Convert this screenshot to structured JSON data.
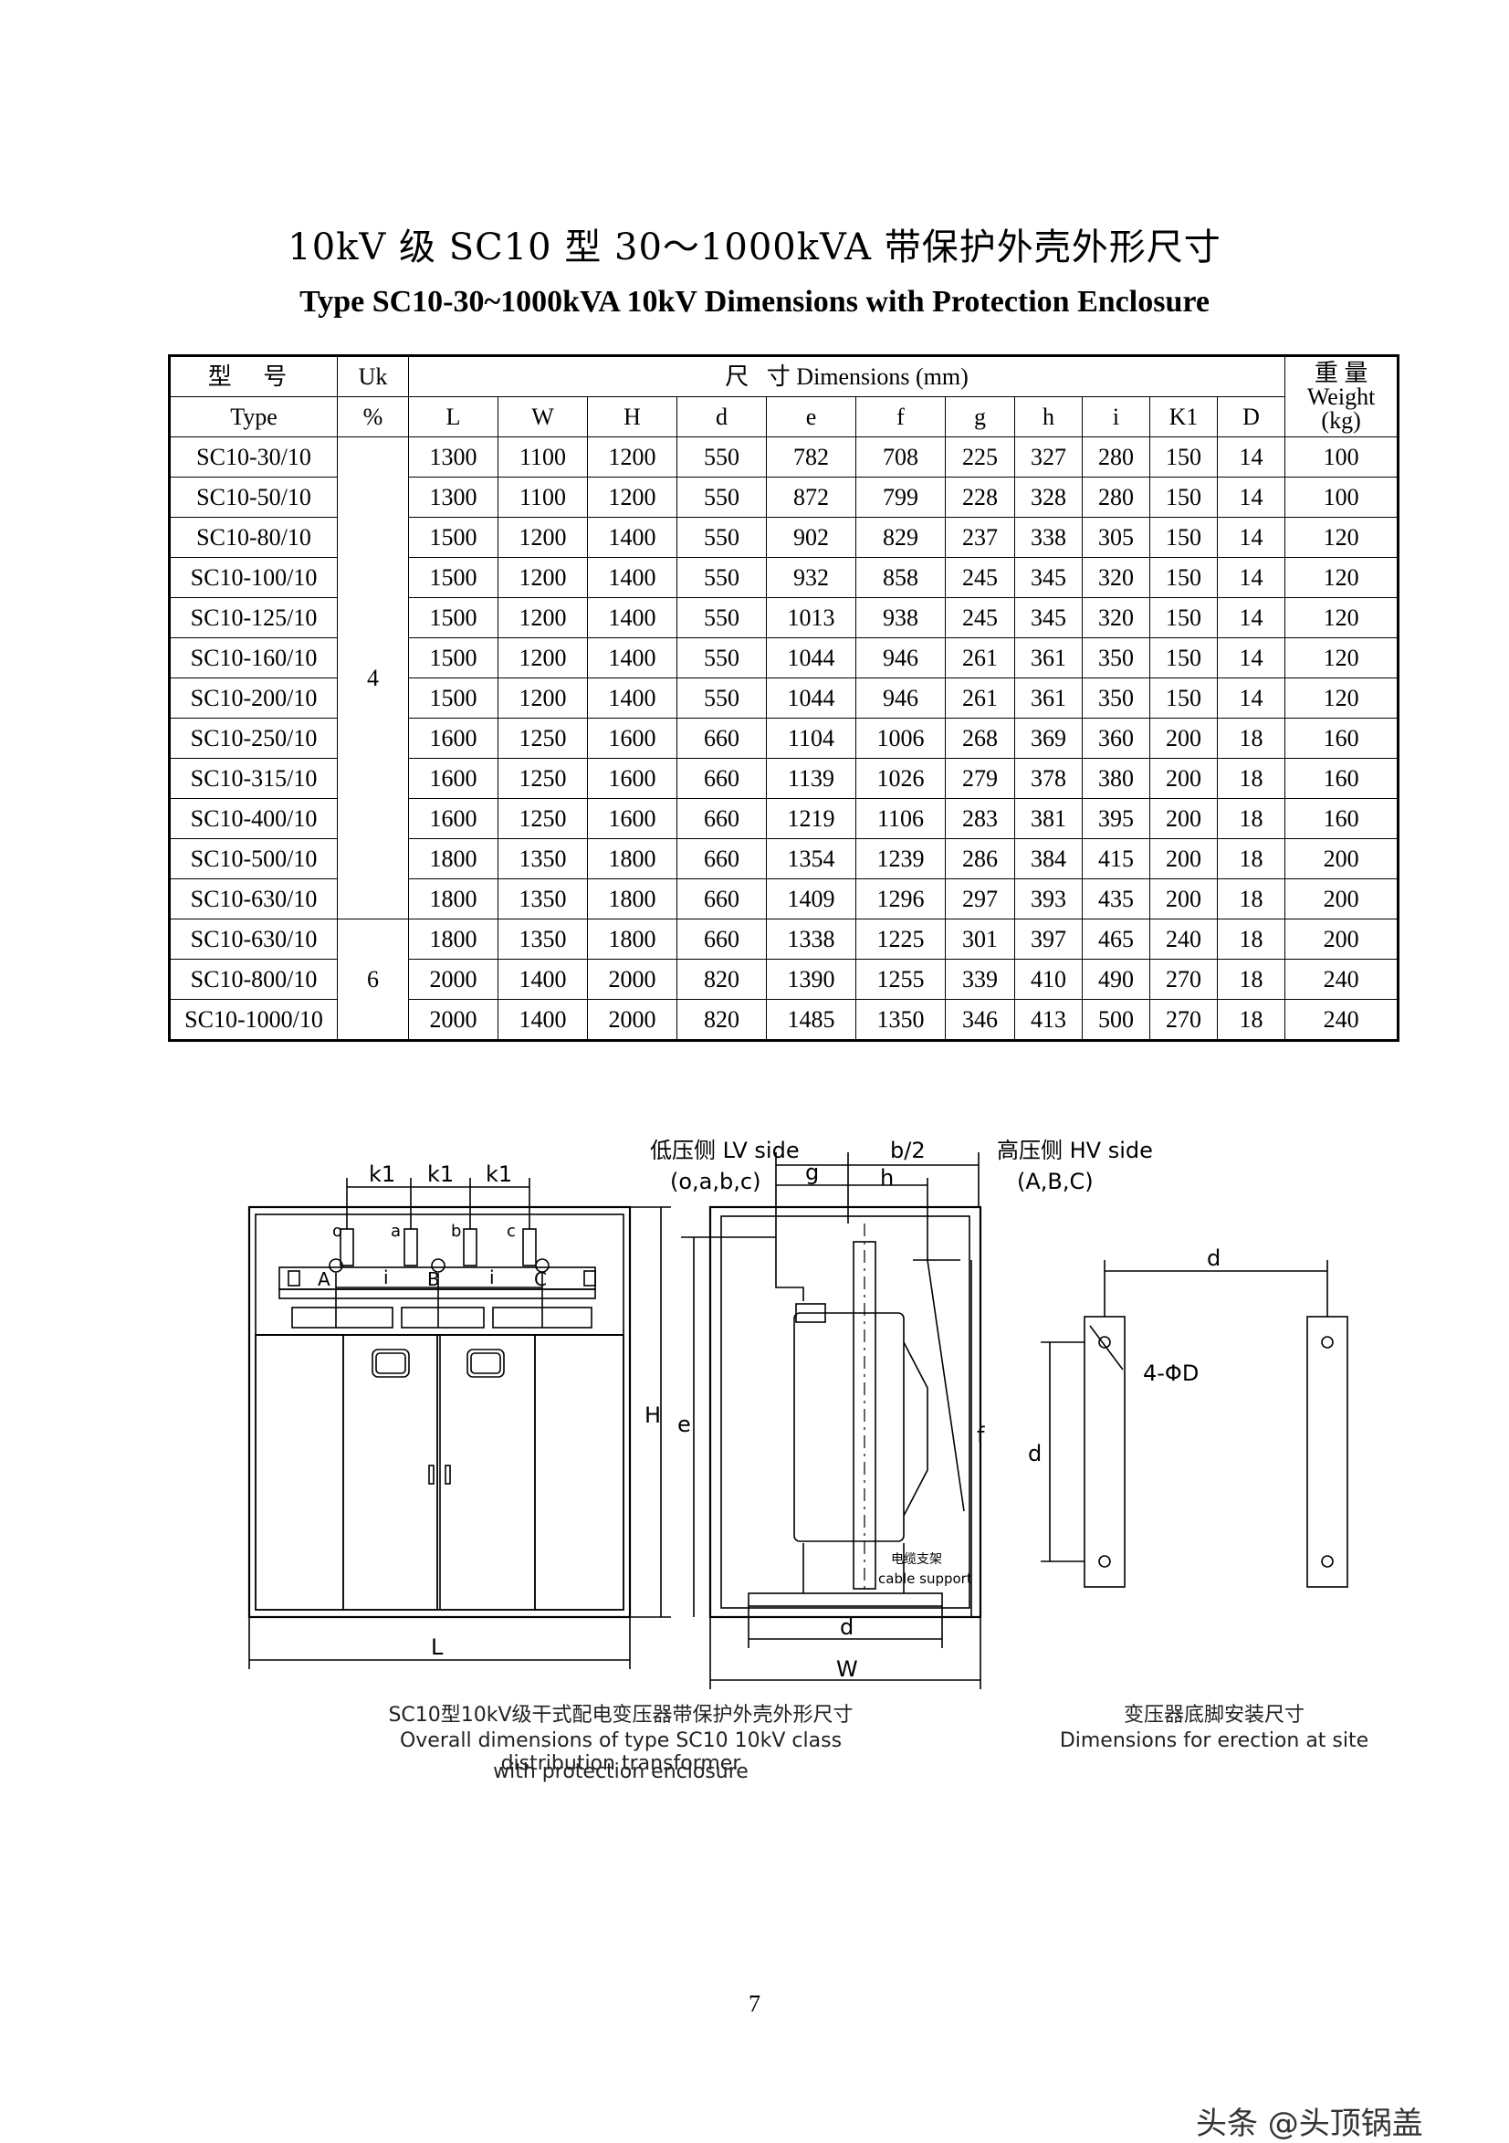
{
  "title_cn": "10kV 级 SC10 型 30～1000kVA 带保护外壳外形尺寸",
  "title_en": "Type SC10-30~1000kVA 10kV Dimensions with Protection Enclosure",
  "table": {
    "type_cn": "型 号",
    "type_en": "Type",
    "uk": "Uk",
    "uk_unit": "%",
    "dims_cn": "尺   寸",
    "dims_en": "Dimensions (mm)",
    "weight_cn": "重 量",
    "weight_en": "Weight",
    "weight_unit": "(kg)",
    "columns": [
      "L",
      "W",
      "H",
      "d",
      "e",
      "f",
      "g",
      "h",
      "i",
      "K1",
      "D"
    ],
    "uk_groups": [
      "4",
      "6"
    ],
    "rows": [
      [
        "SC10-30/10",
        "1300",
        "1100",
        "1200",
        "550",
        "782",
        "708",
        "225",
        "327",
        "280",
        "150",
        "14",
        "100"
      ],
      [
        "SC10-50/10",
        "1300",
        "1100",
        "1200",
        "550",
        "872",
        "799",
        "228",
        "328",
        "280",
        "150",
        "14",
        "100"
      ],
      [
        "SC10-80/10",
        "1500",
        "1200",
        "1400",
        "550",
        "902",
        "829",
        "237",
        "338",
        "305",
        "150",
        "14",
        "120"
      ],
      [
        "SC10-100/10",
        "1500",
        "1200",
        "1400",
        "550",
        "932",
        "858",
        "245",
        "345",
        "320",
        "150",
        "14",
        "120"
      ],
      [
        "SC10-125/10",
        "1500",
        "1200",
        "1400",
        "550",
        "1013",
        "938",
        "245",
        "345",
        "320",
        "150",
        "14",
        "120"
      ],
      [
        "SC10-160/10",
        "1500",
        "1200",
        "1400",
        "550",
        "1044",
        "946",
        "261",
        "361",
        "350",
        "150",
        "14",
        "120"
      ],
      [
        "SC10-200/10",
        "1500",
        "1200",
        "1400",
        "550",
        "1044",
        "946",
        "261",
        "361",
        "350",
        "150",
        "14",
        "120"
      ],
      [
        "SC10-250/10",
        "1600",
        "1250",
        "1600",
        "660",
        "1104",
        "1006",
        "268",
        "369",
        "360",
        "200",
        "18",
        "160"
      ],
      [
        "SC10-315/10",
        "1600",
        "1250",
        "1600",
        "660",
        "1139",
        "1026",
        "279",
        "378",
        "380",
        "200",
        "18",
        "160"
      ],
      [
        "SC10-400/10",
        "1600",
        "1250",
        "1600",
        "660",
        "1219",
        "1106",
        "283",
        "381",
        "395",
        "200",
        "18",
        "160"
      ],
      [
        "SC10-500/10",
        "1800",
        "1350",
        "1800",
        "660",
        "1354",
        "1239",
        "286",
        "384",
        "415",
        "200",
        "18",
        "200"
      ],
      [
        "SC10-630/10",
        "1800",
        "1350",
        "1800",
        "660",
        "1409",
        "1296",
        "297",
        "393",
        "435",
        "200",
        "18",
        "200"
      ],
      [
        "SC10-630/10",
        "1800",
        "1350",
        "1800",
        "660",
        "1338",
        "1225",
        "301",
        "397",
        "465",
        "240",
        "18",
        "200"
      ],
      [
        "SC10-800/10",
        "2000",
        "1400",
        "2000",
        "820",
        "1390",
        "1255",
        "339",
        "410",
        "490",
        "270",
        "18",
        "240"
      ],
      [
        "SC10-1000/10",
        "2000",
        "1400",
        "2000",
        "820",
        "1485",
        "1350",
        "346",
        "413",
        "500",
        "270",
        "18",
        "240"
      ]
    ]
  },
  "drawing": {
    "lv_side": "低压侧 LV side",
    "lv_terms": "(o,a,b,c)",
    "hv_side": "高压侧 HV side",
    "hv_terms": "(A,B,C)",
    "b_half": "b/2",
    "g": "g",
    "h": "h",
    "k1": "k1",
    "o": "o",
    "a": "a",
    "b": "b",
    "c": "c",
    "A": "A",
    "B": "B",
    "C": "C",
    "i": "i",
    "H": "H",
    "e": "e",
    "f": "f",
    "L": "L",
    "W": "W",
    "d": "d",
    "hole": "4-ΦD",
    "cable_cn": "电缆支架",
    "cable_en": "cable support"
  },
  "captions": {
    "main_cn": "SC10型10kV级干式配电变压器带保护外壳外形尺寸",
    "main_en1": "Overall dimensions of type SC10 10kV class distribution transformer",
    "main_en2": "with protection enclosure",
    "site_cn": "变压器底脚安装尺寸",
    "site_en": "Dimensions for erection at site"
  },
  "page_number": "7",
  "watermark": "头条 @头顶锅盖"
}
